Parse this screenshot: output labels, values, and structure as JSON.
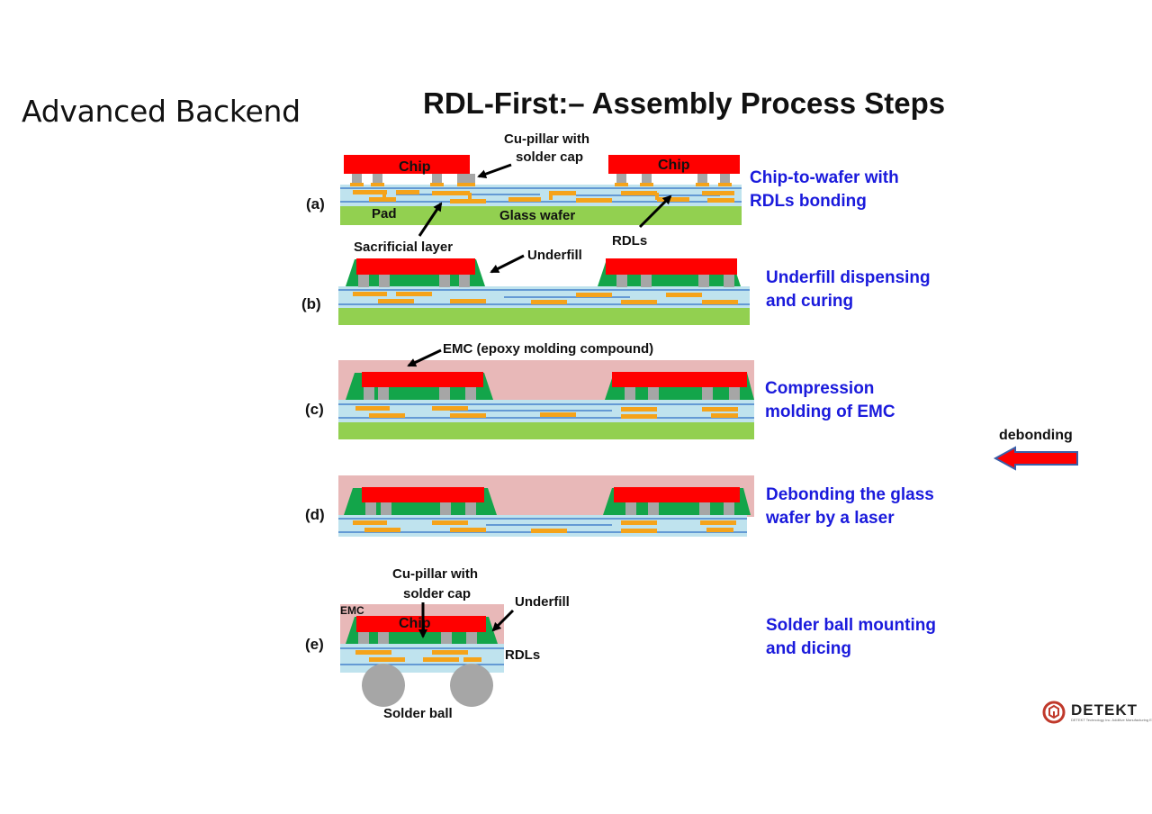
{
  "header": {
    "title": "Advanced Backend"
  },
  "main_title": "RDL-First:– Assembly Process Steps",
  "steps": [
    {
      "id": "(a)",
      "desc_line1": "Chip-to-wafer with",
      "desc_line2": "RDLs  bonding"
    },
    {
      "id": "(b)",
      "desc_line1": "Underfill dispensing",
      "desc_line2": "and curing"
    },
    {
      "id": "(c)",
      "desc_line1": "Compression",
      "desc_line2": "molding of EMC"
    },
    {
      "id": "(d)",
      "desc_line1": "Debonding the glass",
      "desc_line2": "wafer by a laser"
    },
    {
      "id": "(e)",
      "desc_line1": "Solder ball mounting",
      "desc_line2": "and dicing"
    }
  ],
  "labels": {
    "chip": "Chip",
    "cu_pillar_line1": "Cu-pillar with",
    "cu_pillar_line2": "solder cap",
    "pad": "Pad",
    "glass_wafer": "Glass wafer",
    "sacrificial_layer": "Sacrificial layer",
    "rdls": "RDLs",
    "underfill": "Underfill",
    "emc_full": "EMC (epoxy molding compound)",
    "emc": "EMC",
    "solder_ball": "Solder ball",
    "debonding": "debonding"
  },
  "brand": {
    "name": "DETEKT",
    "tagline": "DETEKT Technology Inc. Additive Manufacturing Expert"
  },
  "colors": {
    "chip": "#ff0000",
    "pillar": "#a6a6a6",
    "rdl_copper": "#f5a31a",
    "dielectric": "#bfe3ee",
    "rdl_line": "#2f6fc4",
    "glass": "#92d050",
    "underfill": "#13a54a",
    "emc": "#e8b8b8",
    "description_text": "#1a1adc"
  }
}
